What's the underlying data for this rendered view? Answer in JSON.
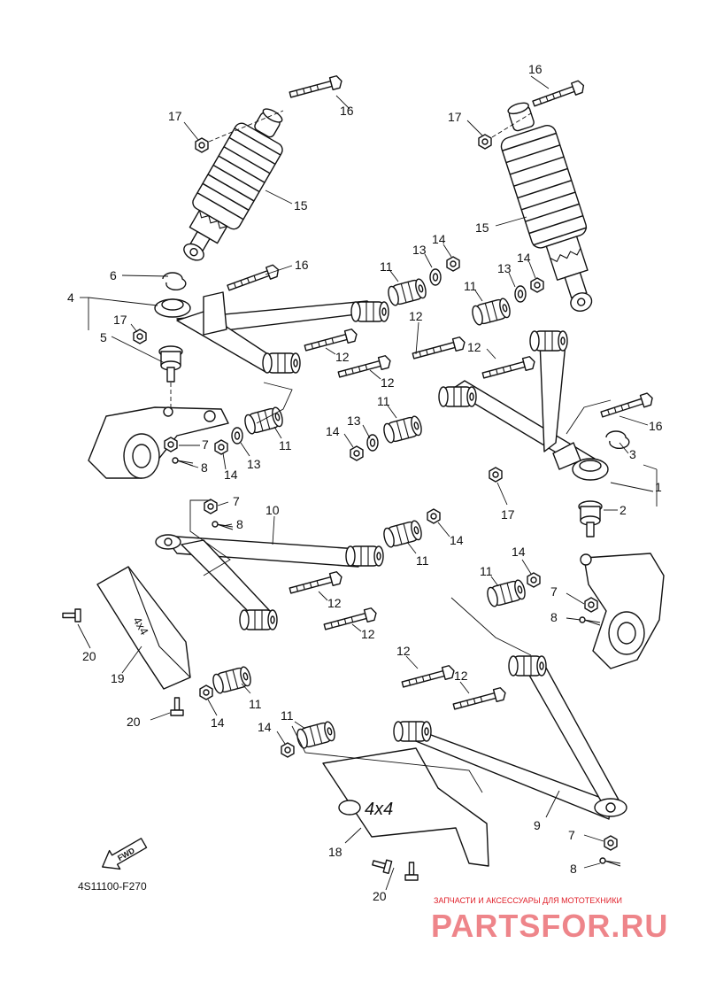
{
  "diagram": {
    "code": "4S11100-F270",
    "fwd_label": "FWD",
    "decal_text": "4x4",
    "watermark": {
      "tagline": "ЗАПЧАСТИ И АКСЕССУАРЫ ДЛЯ МОТОТЕХНИКИ",
      "brand": "PARTSFOR.RU",
      "color": "#e0202a"
    },
    "callouts": [
      {
        "id": "c16a",
        "number": "16"
      },
      {
        "id": "c16b",
        "number": "16"
      },
      {
        "id": "c16c",
        "number": "16"
      },
      {
        "id": "c16d",
        "number": "16"
      },
      {
        "id": "c17a",
        "number": "17"
      },
      {
        "id": "c17b",
        "number": "17"
      },
      {
        "id": "c17c",
        "number": "17"
      },
      {
        "id": "c17d",
        "number": "17"
      },
      {
        "id": "c15a",
        "number": "15"
      },
      {
        "id": "c15b",
        "number": "15"
      },
      {
        "id": "c14a",
        "number": "14"
      },
      {
        "id": "c14b",
        "number": "14"
      },
      {
        "id": "c14c",
        "number": "14"
      },
      {
        "id": "c14d",
        "number": "14"
      },
      {
        "id": "c14e",
        "number": "14"
      },
      {
        "id": "c14f",
        "number": "14"
      },
      {
        "id": "c14g",
        "number": "14"
      },
      {
        "id": "c14h",
        "number": "14"
      },
      {
        "id": "c13a",
        "number": "13"
      },
      {
        "id": "c13b",
        "number": "13"
      },
      {
        "id": "c13c",
        "number": "13"
      },
      {
        "id": "c13d",
        "number": "13"
      },
      {
        "id": "c11a",
        "number": "11"
      },
      {
        "id": "c11b",
        "number": "11"
      },
      {
        "id": "c11c",
        "number": "11"
      },
      {
        "id": "c11d",
        "number": "11"
      },
      {
        "id": "c11e",
        "number": "11"
      },
      {
        "id": "c11f",
        "number": "11"
      },
      {
        "id": "c11g",
        "number": "11"
      },
      {
        "id": "c11h",
        "number": "11"
      },
      {
        "id": "c11i",
        "number": "11"
      },
      {
        "id": "c12a",
        "number": "12"
      },
      {
        "id": "c12b",
        "number": "12"
      },
      {
        "id": "c12c",
        "number": "12"
      },
      {
        "id": "c12d",
        "number": "12"
      },
      {
        "id": "c12e",
        "number": "12"
      },
      {
        "id": "c12f",
        "number": "12"
      },
      {
        "id": "c12g",
        "number": "12"
      },
      {
        "id": "c12h",
        "number": "12"
      },
      {
        "id": "c6",
        "number": "6"
      },
      {
        "id": "c4",
        "number": "4"
      },
      {
        "id": "c5",
        "number": "5"
      },
      {
        "id": "c7a",
        "number": "7"
      },
      {
        "id": "c7b",
        "number": "7"
      },
      {
        "id": "c7c",
        "number": "7"
      },
      {
        "id": "c7d",
        "number": "7"
      },
      {
        "id": "c8a",
        "number": "8"
      },
      {
        "id": "c8b",
        "number": "8"
      },
      {
        "id": "c8c",
        "number": "8"
      },
      {
        "id": "c8d",
        "number": "8"
      },
      {
        "id": "c3",
        "number": "3"
      },
      {
        "id": "c1",
        "number": "1"
      },
      {
        "id": "c2",
        "number": "2"
      },
      {
        "id": "c10",
        "number": "10"
      },
      {
        "id": "c9",
        "number": "9"
      },
      {
        "id": "c18",
        "number": "18"
      },
      {
        "id": "c19",
        "number": "19"
      },
      {
        "id": "c20a",
        "number": "20"
      },
      {
        "id": "c20b",
        "number": "20"
      },
      {
        "id": "c20c",
        "number": "20"
      }
    ]
  }
}
